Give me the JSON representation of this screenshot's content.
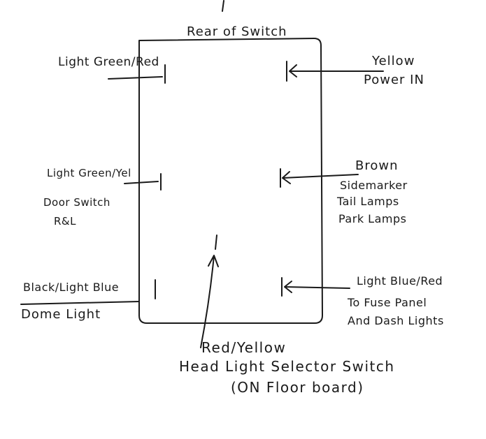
{
  "title": "Rear of Switch",
  "terminals": {
    "top_left": {
      "wire": "Light Green/Red"
    },
    "top_right": {
      "wire": "Yellow",
      "function": "Power IN"
    },
    "mid_left": {
      "wire": "Light Green/Yel",
      "function_line1": "Door Switch",
      "function_line2": "R&L"
    },
    "mid_right": {
      "wire": "Brown",
      "function_line1": "Sidemarker",
      "function_line2": "Tail Lamps",
      "function_line3": "Park Lamps"
    },
    "bottom_left": {
      "wire": "Black/Light Blue",
      "function": "Dome Light"
    },
    "bottom_right": {
      "wire": "Light Blue/Red",
      "function_line1": "To Fuse Panel",
      "function_line2": "And Dash Lights"
    },
    "center": {
      "wire": "Red/Yellow",
      "function_line1": "Head Light Selector Switch",
      "function_line2": "(ON Floor board)"
    }
  },
  "colors": {
    "ink": "#1a1a1a",
    "paper": "#ffffff"
  }
}
